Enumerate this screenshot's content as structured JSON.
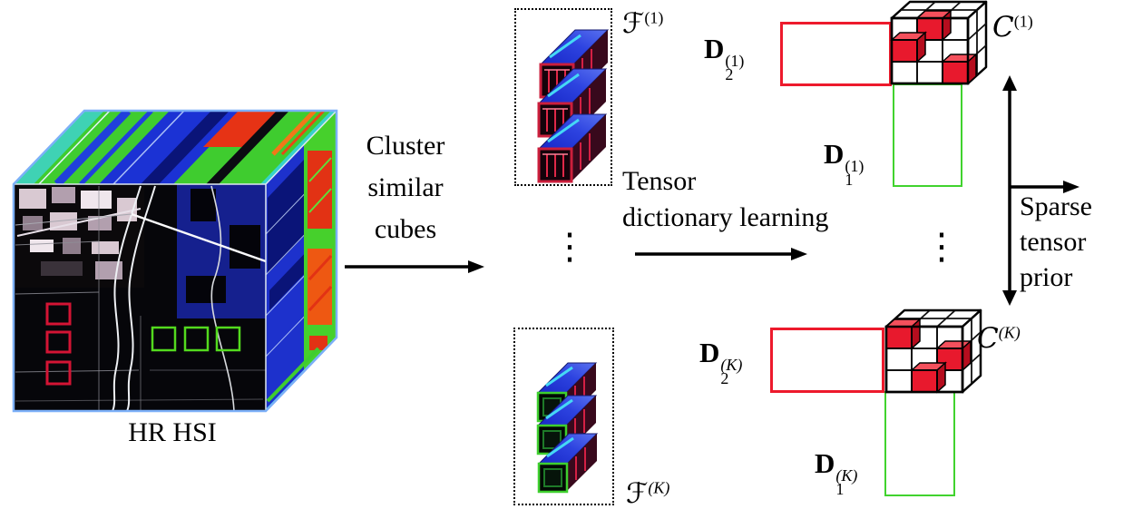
{
  "figure": {
    "hsi_caption": "HR HSI",
    "step1": {
      "line1": "Cluster",
      "line2": "similar",
      "line3": "cubes"
    },
    "step2": {
      "line1": "Tensor",
      "line2": "dictionary learning"
    },
    "prior": {
      "line1": "Sparse",
      "line2": "tensor",
      "line3": "prior"
    },
    "ellipsis": "⋮",
    "groups": [
      {
        "base": "ℱ",
        "sup": "(1)"
      },
      {
        "base": "ℱ",
        "sup": "(K)"
      }
    ],
    "decomp": [
      {
        "d2": {
          "base": "D",
          "sub": "2",
          "sup": "(1)"
        },
        "d1": {
          "base": "D",
          "sub": "1",
          "sup": "(1)"
        },
        "core": {
          "base": "C",
          "sup": "(1)"
        }
      },
      {
        "d2": {
          "base": "D",
          "sub": "2",
          "sup": "(K)"
        },
        "d1": {
          "base": "D",
          "sub": "1",
          "sup": "(K)"
        },
        "core": {
          "base": "C",
          "sup": "(K)"
        }
      }
    ]
  },
  "colors": {
    "dictionary_red": "#ed1a2c",
    "dictionary_green": "#41d32e",
    "core_red": "#e8192d",
    "arrow": "#000000",
    "hsi_edge_blue": "#7cb0f8"
  }
}
